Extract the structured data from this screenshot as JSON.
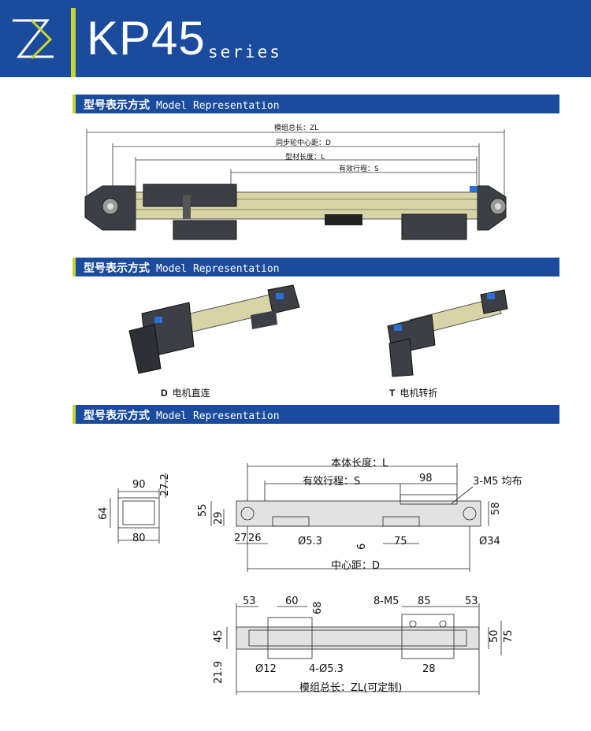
{
  "header": {
    "title": "KP45",
    "subtitle": "series"
  },
  "sections": [
    {
      "cn": "型号表示方式",
      "en": "Model Representation"
    },
    {
      "cn": "型号表示方式",
      "en": "Model Representation"
    },
    {
      "cn": "型号表示方式",
      "en": "Model Representation"
    }
  ],
  "overview": {
    "total_length": "模组总长：ZL",
    "sync_center": "同步轮中心距：D",
    "profile_length": "型材长度：L",
    "stroke": "有效行程：S"
  },
  "variants": [
    {
      "code": "D",
      "label": "电机直连"
    },
    {
      "code": "T",
      "label": "电机转折"
    }
  ],
  "drawing": {
    "body_length": "本体长度：L",
    "stroke": "有效行程：S",
    "d98": "98",
    "holes_3m5": "3-M5 均布",
    "d90": "90",
    "d27_2": "27.2",
    "d64": "64",
    "d80": "80",
    "d55": "55",
    "d29": "29",
    "d58": "58",
    "d27": "27",
    "d26": "26",
    "phi53": "Ø5.3",
    "d6": "6",
    "d75": "75",
    "phi34": "Ø34",
    "center_dist": "中心距：D",
    "d53a": "53",
    "d60": "60",
    "d68": "68",
    "holes_8m5": "8-M5",
    "d85": "85",
    "d53b": "53",
    "d45": "45",
    "d50": "50",
    "d75v": "75",
    "d21_9": "21.9",
    "phi12": "Ø12",
    "holes_4phi": "4-Ø5.3",
    "d28": "28",
    "total_length": "模组总长：ZL(可定制)"
  },
  "colors": {
    "brand": "#1a4b9c",
    "accent": "#c7d530",
    "rail": "#d8d4a8",
    "body": "#3c3f45"
  }
}
